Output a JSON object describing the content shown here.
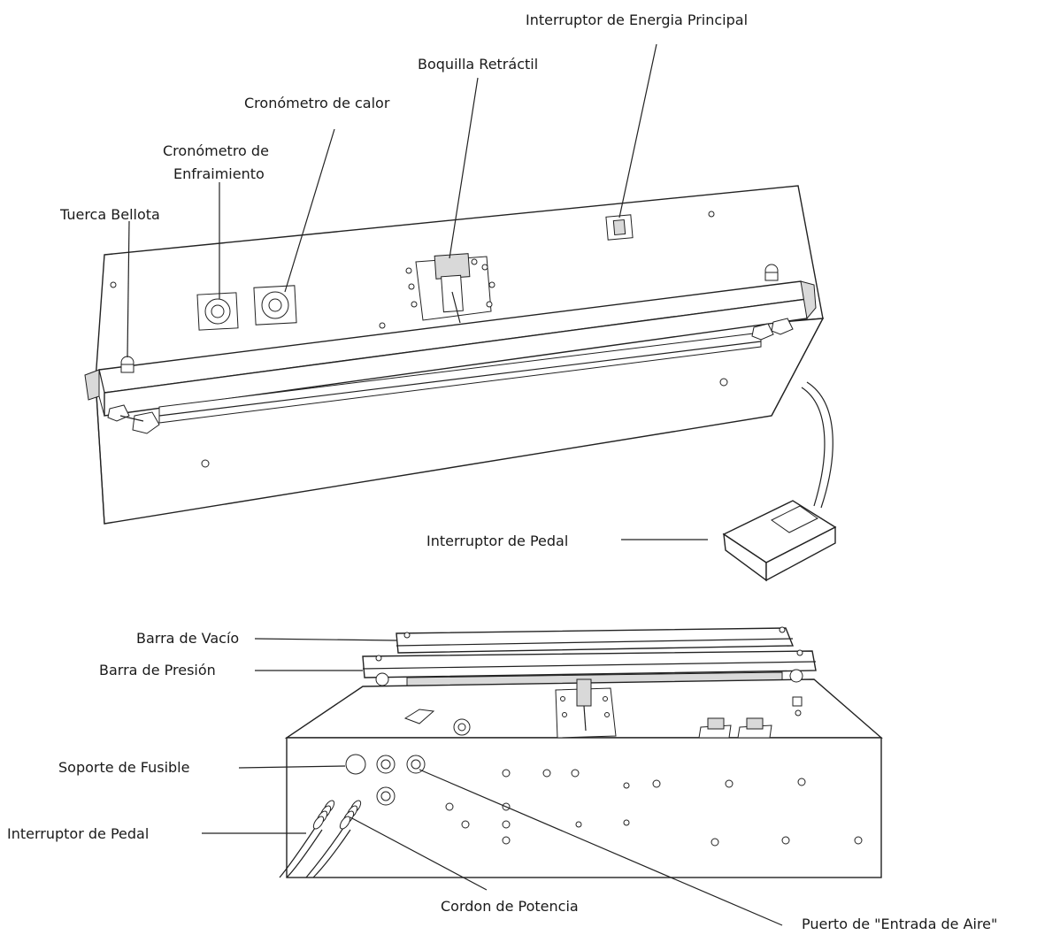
{
  "labels": {
    "main_power_switch": "Interruptor de Energia Principal",
    "retractable_nozzle": "Boquilla Retráctil",
    "heat_timer": "Cronómetro de calor",
    "cooling_timer_line1": "Cronómetro de",
    "cooling_timer_line2": "Enfraimiento",
    "acorn_nut": "Tuerca Bellota",
    "foot_switch_top": "Interruptor de Pedal",
    "vacuum_bar": "Barra de Vacío",
    "pressure_bar": "Barra de Presión",
    "fuse_holder": "Soporte de Fusible",
    "foot_switch_bottom": "Interruptor de Pedal",
    "power_cord": "Cordon de Potencia",
    "air_inlet_port": "Puerto de \"Entrada de Aire\""
  },
  "colors": {
    "line": "#222222",
    "text": "#1a1a1a",
    "background": "#ffffff"
  }
}
